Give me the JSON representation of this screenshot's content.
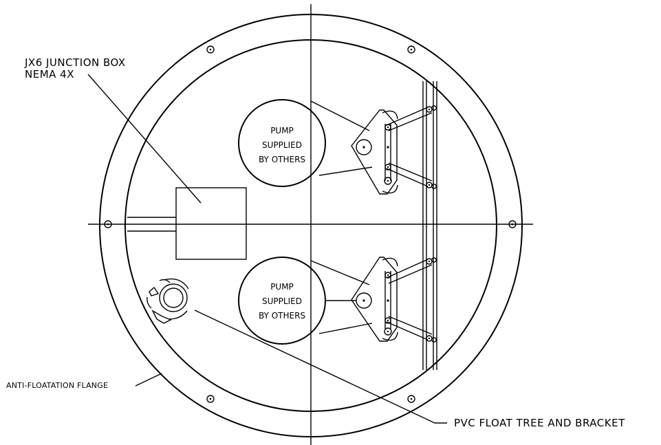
{
  "labels": {
    "junction_box": [
      "JX6 JUNCTION BOX",
      "NEMA 4X"
    ],
    "pump_top": "PUMP\nSUPPLIED\nBY OTHERS",
    "pump_bottom": "PUMP\nSUPPLIED\nBY OTHERS",
    "flange": "ANTI-FLOATATION FLANGE",
    "float_tree": "PVC FLOAT TREE AND BRACKET"
  }
}
